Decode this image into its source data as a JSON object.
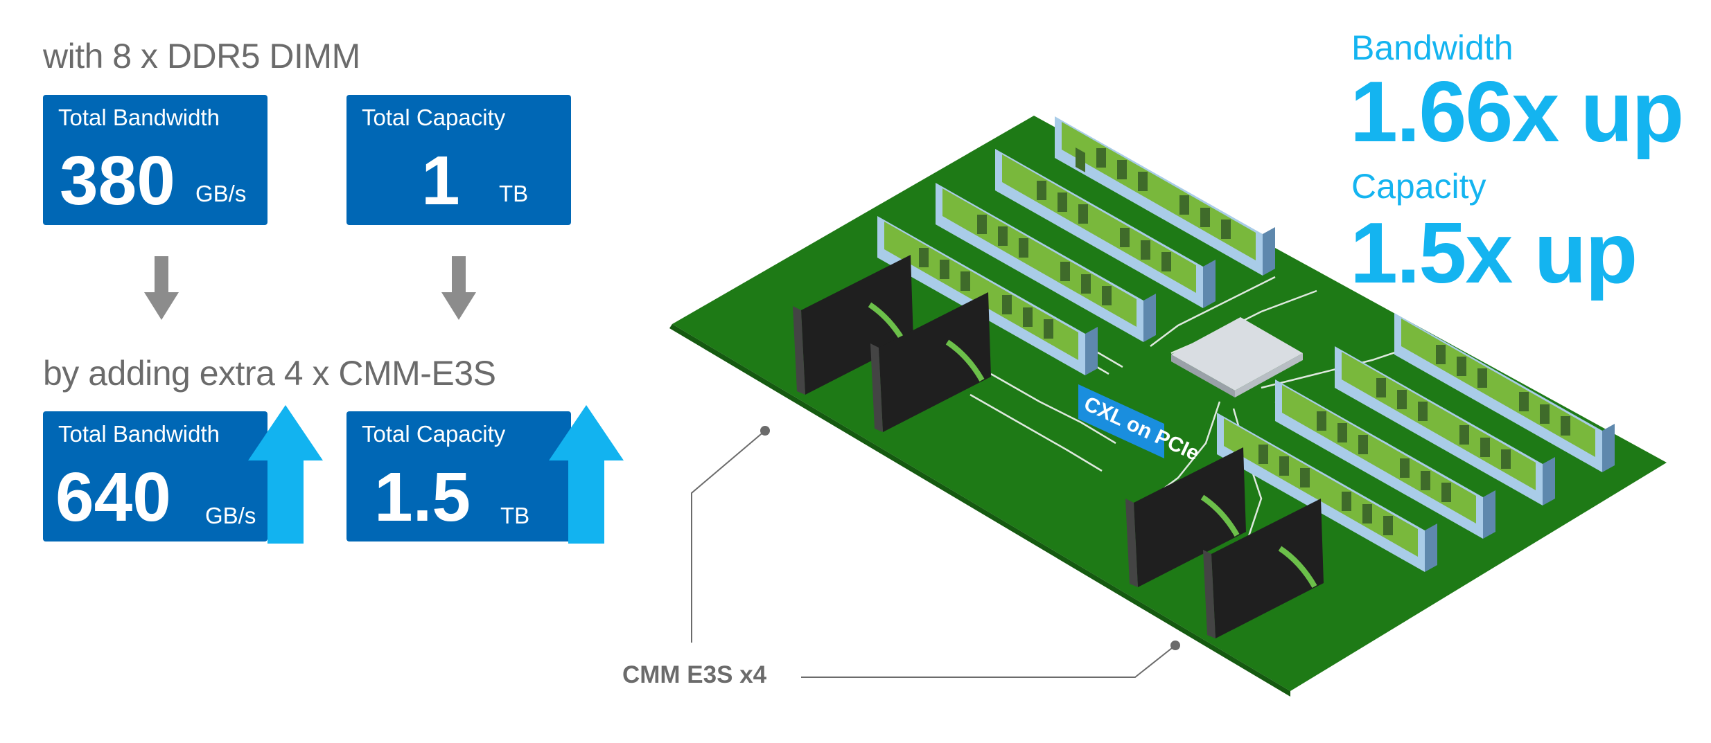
{
  "top": {
    "heading": "with 8 x DDR5 DIMM",
    "bandwidth": {
      "label": "Total Bandwidth",
      "value": "380",
      "unit": "GB/s"
    },
    "capacity": {
      "label": "Total Capacity",
      "value": "1",
      "unit": "TB"
    }
  },
  "bottom": {
    "heading": "by adding extra 4 x CMM-E3S",
    "bandwidth": {
      "label": "Total Bandwidth",
      "value": "640",
      "unit": "GB/s"
    },
    "capacity": {
      "label": "Total Capacity",
      "value": "1.5",
      "unit": "TB"
    }
  },
  "stats": {
    "bandwidth_label": "Bandwidth",
    "bandwidth_value": "1.66x up",
    "capacity_label": "Capacity",
    "capacity_value": "1.5x up"
  },
  "board": {
    "chip_label": "CXL on PCIe",
    "module_label": "CMM-E3S",
    "callout": "CMM E3S x4"
  },
  "colors": {
    "card_blue": "#0067b5",
    "accent_cyan": "#14b4f0",
    "board_green": "#1e7a16",
    "dimm_green": "#79b83c",
    "slot_blue": "#a9cce8"
  },
  "icons": [
    "arrow-down-icon",
    "arrow-up-icon"
  ]
}
